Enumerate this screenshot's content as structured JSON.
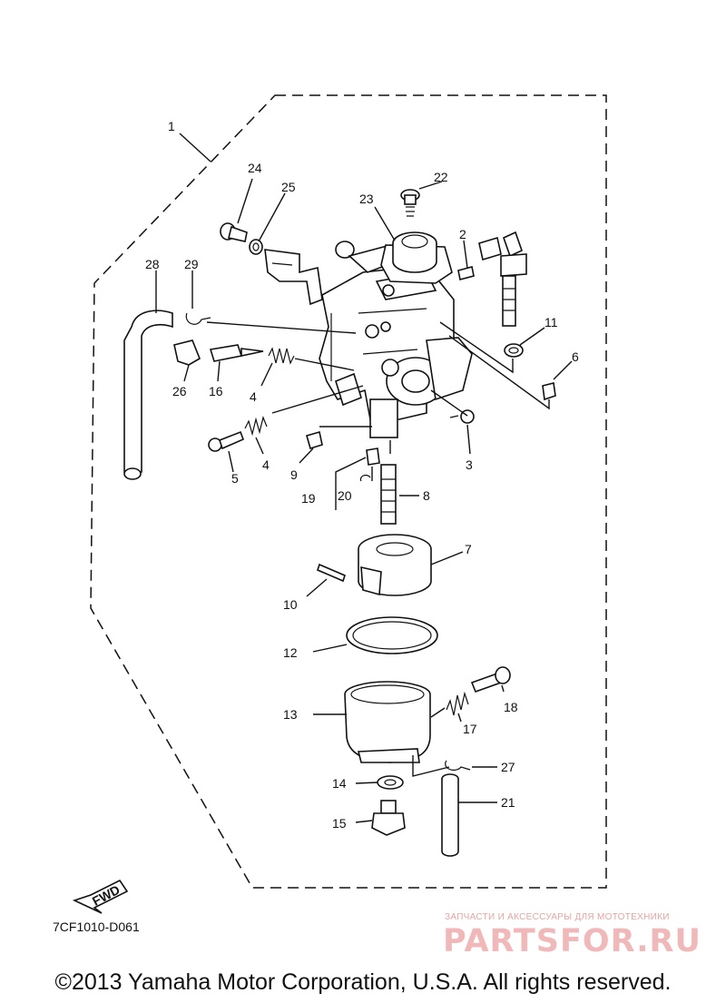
{
  "callouts": [
    {
      "id": "1",
      "text": "1"
    },
    {
      "id": "2",
      "text": "2"
    },
    {
      "id": "3",
      "text": "3"
    },
    {
      "id": "4a",
      "text": "4"
    },
    {
      "id": "4b",
      "text": "4"
    },
    {
      "id": "5",
      "text": "5"
    },
    {
      "id": "6",
      "text": "6"
    },
    {
      "id": "7",
      "text": "7"
    },
    {
      "id": "8",
      "text": "8"
    },
    {
      "id": "9",
      "text": "9"
    },
    {
      "id": "10",
      "text": "10"
    },
    {
      "id": "11",
      "text": "11"
    },
    {
      "id": "12",
      "text": "12"
    },
    {
      "id": "13",
      "text": "13"
    },
    {
      "id": "14",
      "text": "14"
    },
    {
      "id": "15",
      "text": "15"
    },
    {
      "id": "16",
      "text": "16"
    },
    {
      "id": "17",
      "text": "17"
    },
    {
      "id": "18",
      "text": "18"
    },
    {
      "id": "19",
      "text": "19"
    },
    {
      "id": "20",
      "text": "20"
    },
    {
      "id": "21",
      "text": "21"
    },
    {
      "id": "22",
      "text": "22"
    },
    {
      "id": "23",
      "text": "23"
    },
    {
      "id": "24",
      "text": "24"
    },
    {
      "id": "25",
      "text": "25"
    },
    {
      "id": "26",
      "text": "26"
    },
    {
      "id": "27",
      "text": "27"
    },
    {
      "id": "28",
      "text": "28"
    },
    {
      "id": "29",
      "text": "29"
    }
  ],
  "fwd_label": "FWD",
  "diagram_code": "7CF1010-D061",
  "copyright": "©2013 Yamaha Motor Corporation, U.S.A. All rights reserved.",
  "watermark": {
    "tagline": "ЗАПЧАСТИ И АКСЕССУАРЫ ДЛЯ МОТОТЕХНИКИ",
    "brand": "PARTSFOR.RU",
    "color": "#f0b8b8"
  }
}
